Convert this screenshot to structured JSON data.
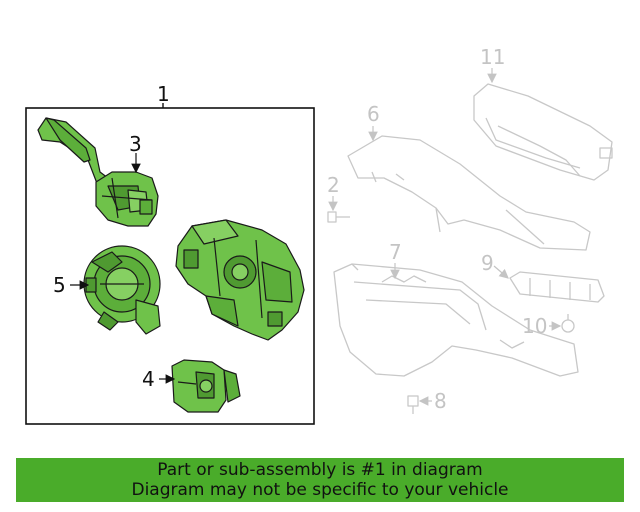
{
  "callouts": {
    "c1": "1",
    "c2": "2",
    "c3": "3",
    "c4": "4",
    "c5": "5",
    "c6": "6",
    "c7": "7",
    "c8": "8",
    "c9": "9",
    "c10": "10",
    "c11": "11"
  },
  "colors": {
    "highlight": "#6fc24a",
    "outline": "#1a1a1a",
    "ghost": "#c8c8c8",
    "banner": "#4aac2a"
  },
  "banner": {
    "line1": "Part or sub-assembly is #1 in diagram",
    "line2": "Diagram may not be specific to your vehicle"
  }
}
